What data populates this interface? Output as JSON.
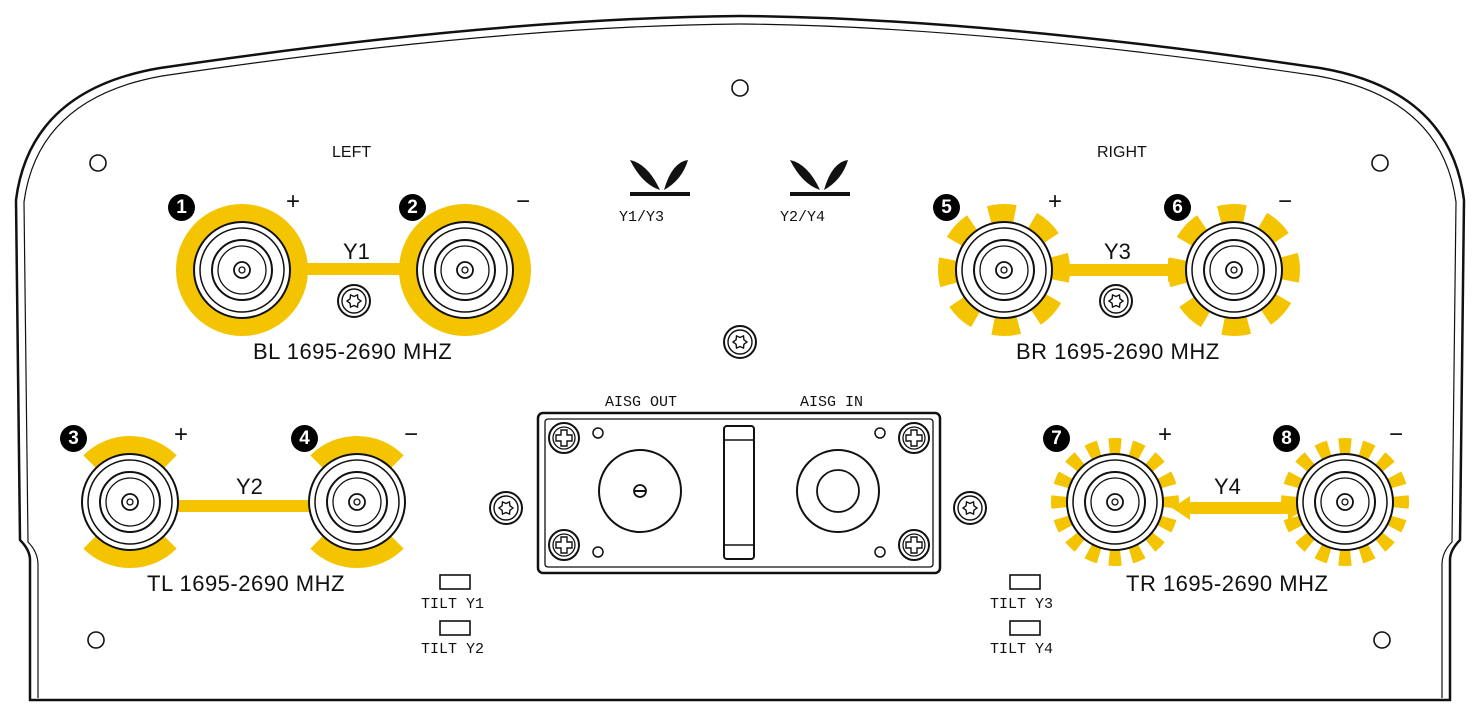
{
  "colors": {
    "accent": "#f5c400",
    "stroke": "#111111",
    "background": "#ffffff"
  },
  "sections": {
    "left": "LEFT",
    "right": "RIGHT"
  },
  "ports": [
    {
      "number": "1",
      "polarity": "+"
    },
    {
      "number": "2",
      "polarity": "−"
    },
    {
      "number": "3",
      "polarity": "+"
    },
    {
      "number": "4",
      "polarity": "−"
    },
    {
      "number": "5",
      "polarity": "+"
    },
    {
      "number": "6",
      "polarity": "−"
    },
    {
      "number": "7",
      "polarity": "+"
    },
    {
      "number": "8",
      "polarity": "−"
    }
  ],
  "links": [
    {
      "name": "Y1",
      "band": "BL 1695-2690 MHZ",
      "pattern": "full ring"
    },
    {
      "name": "Y2",
      "band": "TL 1695-2690 MHZ",
      "pattern": "quarter ring segments"
    },
    {
      "name": "Y3",
      "band": "BR 1695-2690 MHZ",
      "pattern": "8 ring segments"
    },
    {
      "name": "Y4",
      "band": "TR 1695-2690 MHZ",
      "pattern": "16 ring segments"
    }
  ],
  "center_symbols": [
    {
      "label": "Y1/Y3",
      "icon": "split-leaf-icon"
    },
    {
      "label": "Y2/Y4",
      "icon": "split-leaf-icon"
    }
  ],
  "aisg": {
    "out": "AISG OUT",
    "in": "AISG IN"
  },
  "tilt_labels": {
    "y1": "TILT Y1",
    "y2": "TILT Y2",
    "y3": "TILT Y3",
    "y4": "TILT Y4"
  }
}
